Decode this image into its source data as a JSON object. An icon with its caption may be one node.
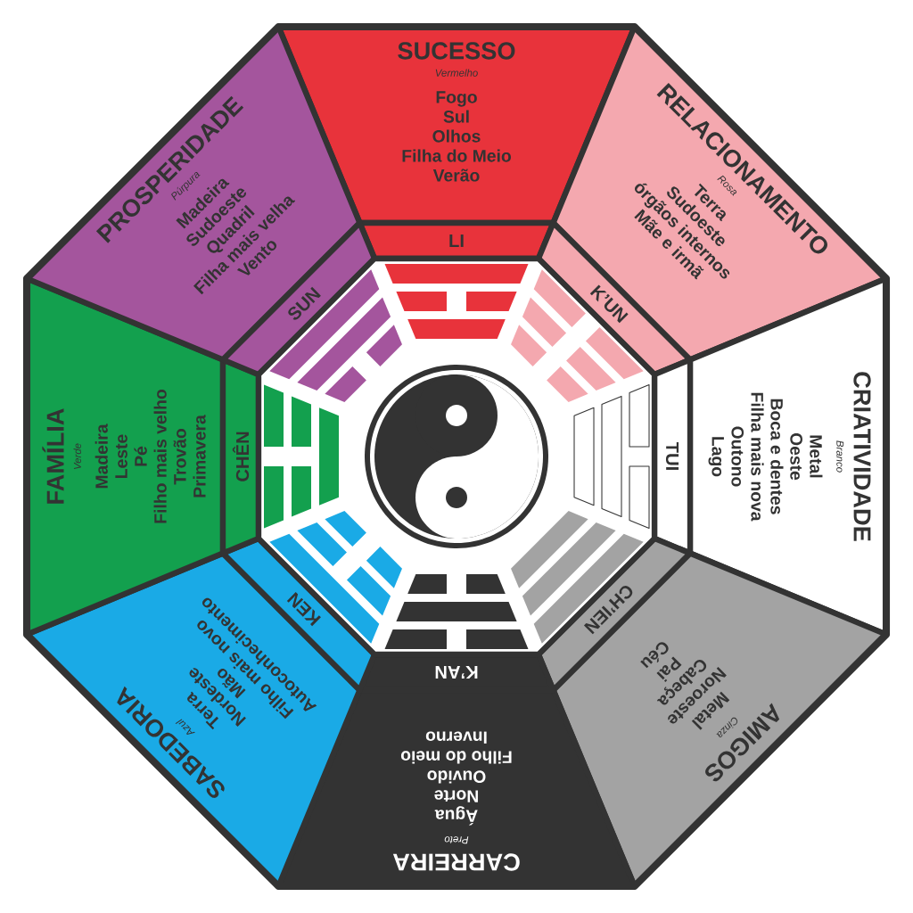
{
  "diagram": {
    "nodes": [
      {
        "text": [
          "SUCESSO",
          "Vermelho",
          "Fogo",
          "Sul",
          "Olhos",
          "Filha do Meio",
          "Verão"
        ]
      },
      {
        "text": [
          "RELACIONAMENTO",
          "Rosa",
          "Terra",
          "Sudoeste",
          "órgãos internos",
          "Mãe e irmã"
        ]
      },
      {
        "text": [
          "CRIATIVIDADE",
          "Branco",
          "Metal",
          "Oeste",
          "Boca e dentes",
          "Filha mais nova",
          "Outono",
          "Lago"
        ]
      },
      {
        "text": [
          "AMIGOS",
          "Cinza",
          "Metal",
          "Noroeste",
          "Cabeça",
          "Pai",
          "Céu"
        ]
      },
      {
        "text": [
          "CARREIRA",
          "Preto",
          "Água",
          "Norte",
          "Ouvido",
          "Filho do meio",
          "Inverno"
        ]
      },
      {
        "text": [
          "SABEDORIA",
          "Azul",
          "Terra",
          "Nordeste",
          "Mão",
          "Filho mais novo",
          "Autoconhecimento"
        ]
      },
      {
        "text": [
          "FAMÍLIA",
          "Verde",
          "Madeira",
          "Leste",
          "Pé",
          "Filho mais velho",
          "Trovão",
          "Primavera"
        ]
      },
      {
        "text": [
          "PROSPERIDADE",
          "Púrpura",
          "Madeira",
          "Sudoeste",
          "Quadril",
          "Filha mais velha",
          "Vento"
        ]
      },
      {
        "text": [
          "LI"
        ]
      },
      {
        "text": [
          "K’UN"
        ]
      },
      {
        "text": [
          "TUI"
        ]
      },
      {
        "text": [
          "CH’IEN"
        ]
      },
      {
        "text": [
          "K’AN"
        ]
      },
      {
        "text": [
          "KEN"
        ]
      },
      {
        "text": [
          "CHÊN"
        ]
      },
      {
        "text": [
          "SUN"
        ]
      }
    ]
  }
}
